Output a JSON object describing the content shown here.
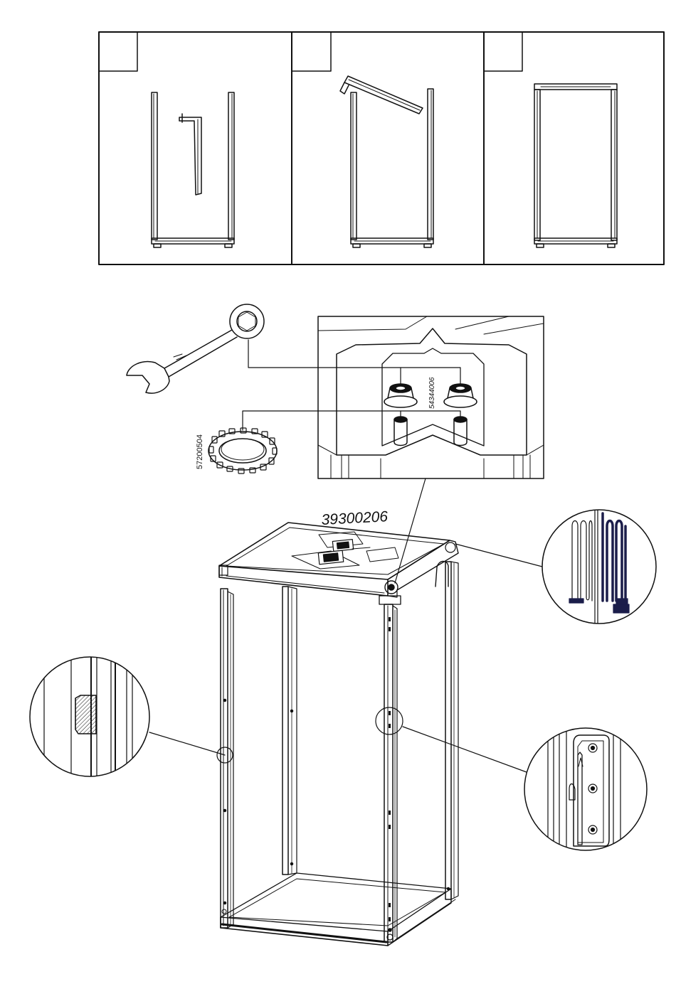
{
  "labels": {
    "top_panel_part": "39300206",
    "washer_part": "57200504",
    "nut_part": "54344006"
  },
  "steps": [
    {
      "number": ""
    },
    {
      "number": ""
    },
    {
      "number": ""
    }
  ],
  "colors": {
    "line": "#111111",
    "accent_cable": "#1b1d4a",
    "background": "#ffffff",
    "shade": "#e8e8e8"
  }
}
